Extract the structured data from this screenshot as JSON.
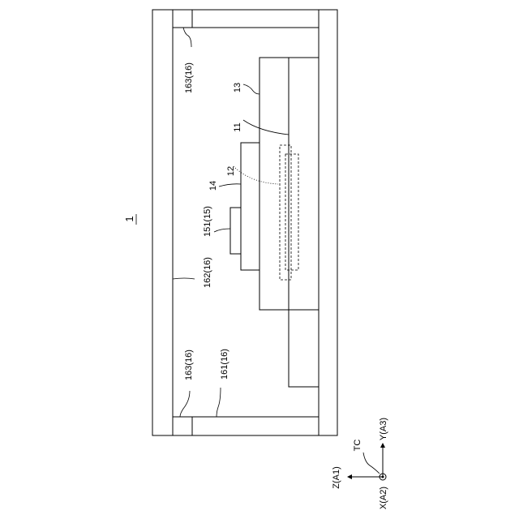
{
  "figure": {
    "main_ref": "1",
    "labels": {
      "l163a": "163(16)",
      "l163b": "163(16)",
      "l162": "162(16)",
      "l161": "161(16)",
      "l151": "151(15)",
      "l14": "14",
      "l12": "12",
      "l11": "11",
      "l13": "13"
    },
    "axes": {
      "tc": "TC",
      "z": "Z(A1)",
      "y": "Y(A3)",
      "x": "X(A2)"
    }
  }
}
